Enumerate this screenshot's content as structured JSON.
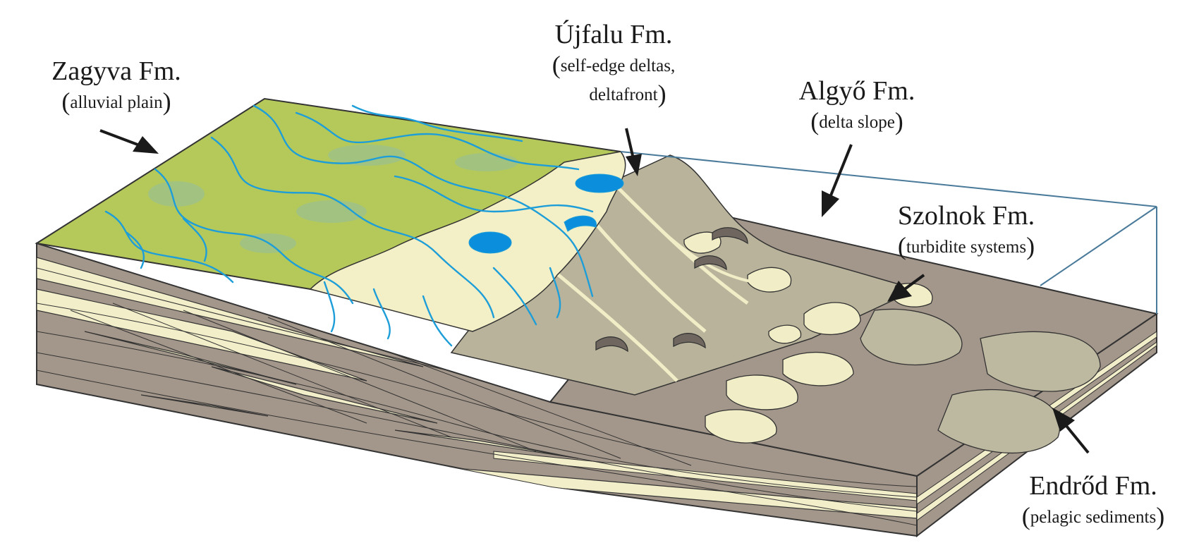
{
  "formations": [
    {
      "id": "zagyva",
      "name": "Zagyva Fm.",
      "desc_lines": [
        "alluvial plain"
      ]
    },
    {
      "id": "ujfalu",
      "name": "Újfalu Fm.",
      "desc_lines": [
        "self-edge deltas,",
        "deltafront"
      ]
    },
    {
      "id": "algyo",
      "name": "Algyő Fm.",
      "desc_lines": [
        "delta slope"
      ]
    },
    {
      "id": "szolnok",
      "name": "Szolnok Fm.",
      "desc_lines": [
        "turbidite systems"
      ]
    },
    {
      "id": "endrod",
      "name": "Endrőd Fm.",
      "desc_lines": [
        "pelagic sediments"
      ]
    }
  ],
  "colors": {
    "alluvial_plain": "#b5c95a",
    "floodplain_patch": "#9cc08e",
    "river": "#1e9ed8",
    "lake": "#0b8fdc",
    "delta_front": "#f3efc6",
    "delta_slope": "#b8b39a",
    "basin": "#a3968a",
    "turbidite_lobe": "#f1edc6",
    "turbidite_fan": "#bdb8a0",
    "sand_layer": "#f2eec9",
    "outline": "#333333",
    "box_line": "#4a7a9a",
    "arrow": "#1a1a1a"
  }
}
